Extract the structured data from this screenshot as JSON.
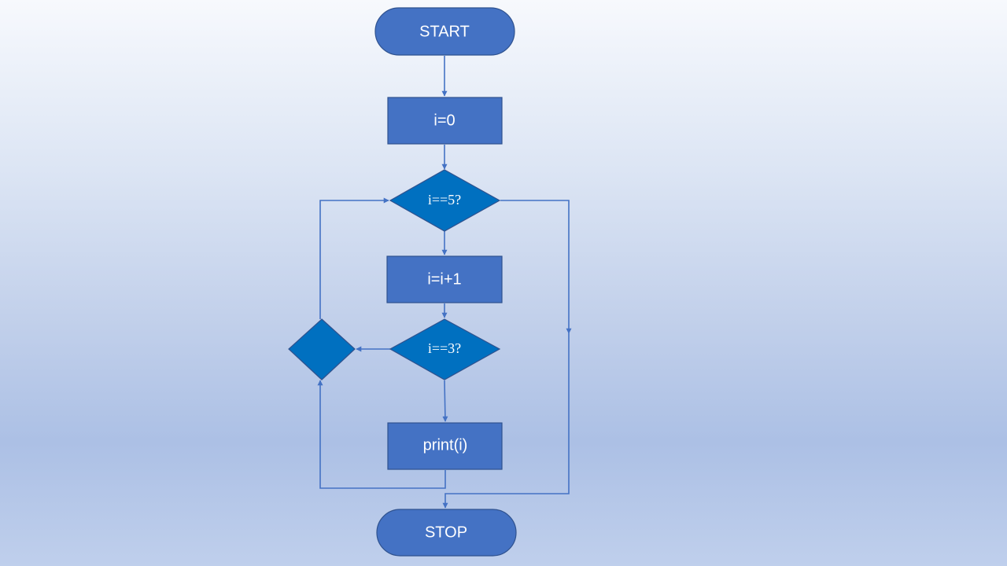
{
  "diagram": {
    "nodes": {
      "start": {
        "label": "START"
      },
      "init": {
        "label": "i=0"
      },
      "check5": {
        "label": "i==5?"
      },
      "increment": {
        "label": "i=i+1"
      },
      "check3": {
        "label": "i==3?"
      },
      "join": {
        "label": ""
      },
      "print": {
        "label": "print(i)"
      },
      "stop": {
        "label": "STOP"
      }
    },
    "colors": {
      "terminal_fill": "#4472c4",
      "process_fill": "#4472c4",
      "decision_fill": "#0070c0",
      "stroke": "#2f528f",
      "connector": "#4472c4",
      "text": "#ffffff"
    }
  }
}
